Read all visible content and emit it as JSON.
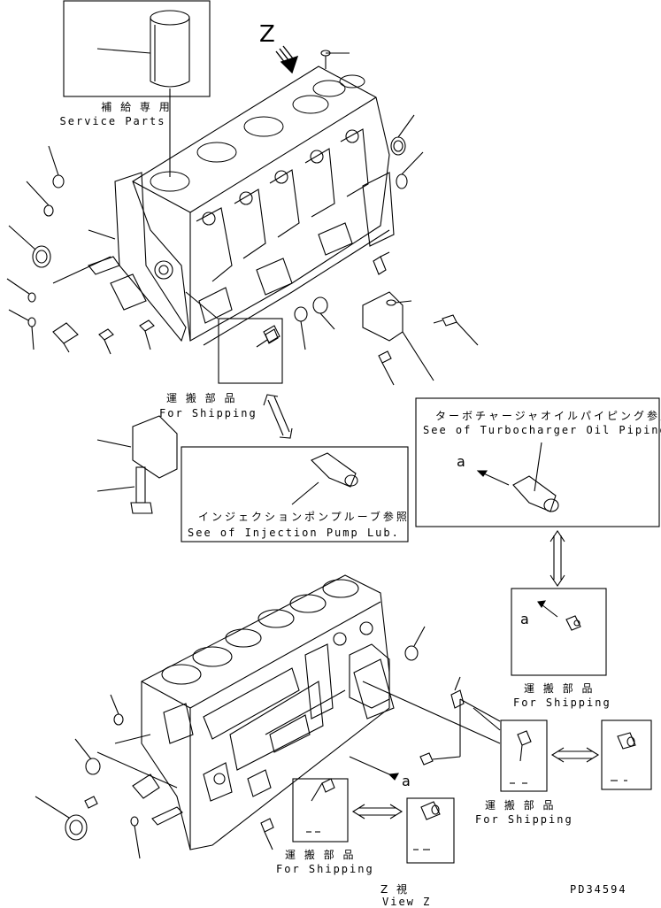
{
  "labels": {
    "service_parts_jp": "補 給 専 用",
    "service_parts_en": "Service Parts",
    "view_marker": "Z",
    "for_shipping_jp": "運 搬 部 品",
    "for_shipping_en": "For Shipping",
    "turbo_jp": "ターボチャージャオイルパイピング参照",
    "turbo_en": "See of Turbocharger Oil Piping",
    "injection_jp": "インジェクションポンプルーブ参照",
    "injection_en": "See of Injection Pump Lub.",
    "ref_a": "a",
    "view_z_jp": "Z  視",
    "view_z_en": "View Z",
    "drawing_number": "PD34594"
  }
}
